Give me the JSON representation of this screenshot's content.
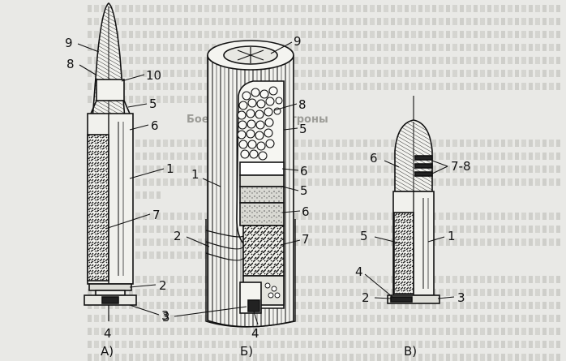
{
  "background_heading": "Боеприпасы и патроны",
  "figures": [
    {
      "caption": "А)",
      "labels": [
        "9",
        "8",
        "10",
        "5",
        "6",
        "1",
        "7",
        "2",
        "3",
        "4"
      ]
    },
    {
      "caption": "Б)",
      "labels": [
        "9",
        "8",
        "5",
        "6",
        "5",
        "6",
        "7",
        "1",
        "2",
        "3",
        "4"
      ]
    },
    {
      "caption": "В)",
      "labels": [
        "6",
        "7-8",
        "5",
        "1",
        "4",
        "2",
        "3"
      ]
    }
  ],
  "colors": {
    "ink": "#111111",
    "paper": "#e9e9e6",
    "hatch": "#555555"
  }
}
